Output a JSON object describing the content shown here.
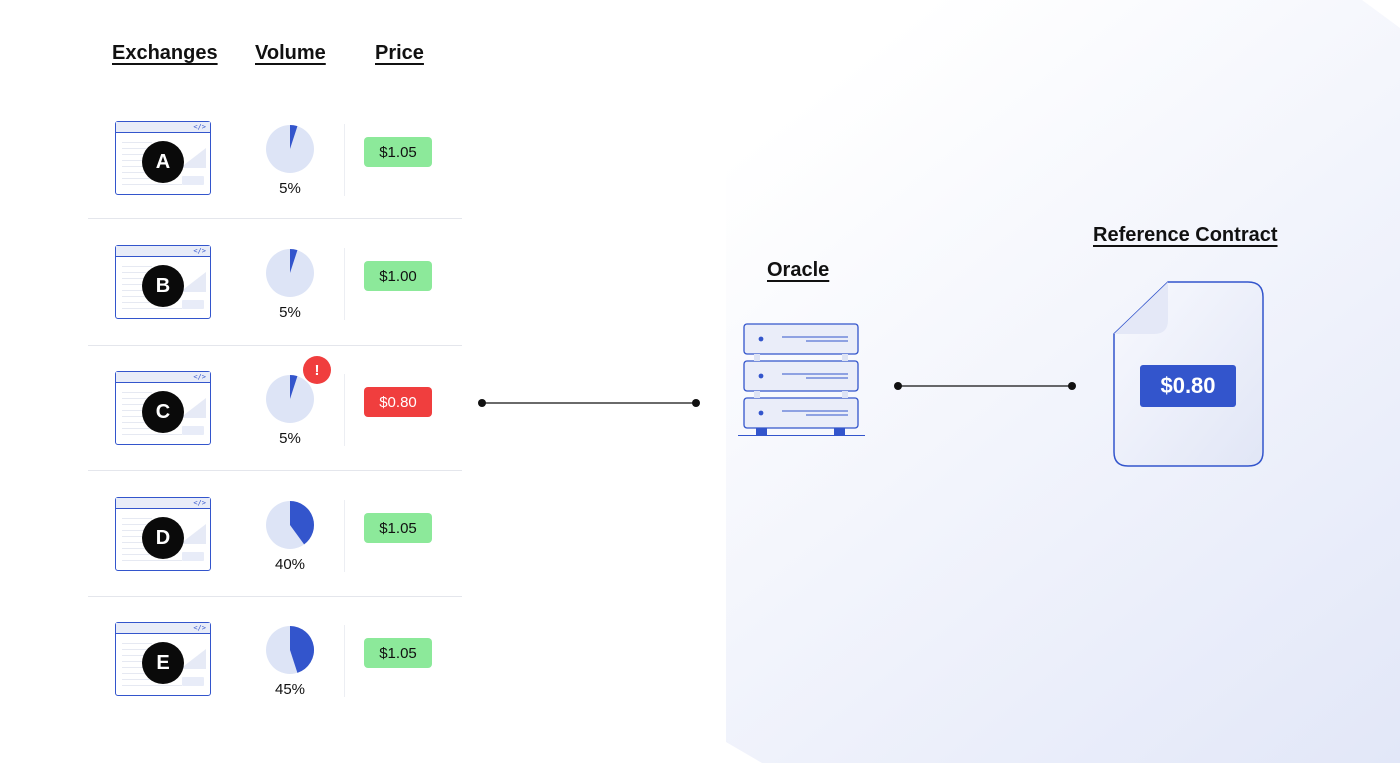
{
  "headers": {
    "exchanges": "Exchanges",
    "volume": "Volume",
    "price": "Price",
    "oracle": "Oracle",
    "reference_contract": "Reference Contract"
  },
  "exchanges": [
    {
      "letter": "A",
      "volume_label": "5%",
      "volume_fraction": 0.05,
      "price": "$1.05",
      "status": "ok"
    },
    {
      "letter": "B",
      "volume_label": "5%",
      "volume_fraction": 0.05,
      "price": "$1.00",
      "status": "ok"
    },
    {
      "letter": "C",
      "volume_label": "5%",
      "volume_fraction": 0.05,
      "price": "$0.80",
      "status": "bad",
      "alert": "!"
    },
    {
      "letter": "D",
      "volume_label": "40%",
      "volume_fraction": 0.4,
      "price": "$1.05",
      "status": "ok"
    },
    {
      "letter": "E",
      "volume_label": "45%",
      "volume_fraction": 0.45,
      "price": "$1.05",
      "status": "ok"
    }
  ],
  "icons": {
    "exchange": "browser-window-icon",
    "oracle": "server-stack-icon",
    "contract": "document-icon"
  },
  "reference_contract": {
    "price": "$0.80"
  },
  "colors": {
    "accent_blue": "#3355cc",
    "pie_background": "#dde4f6",
    "price_ok": "#8ce99a",
    "price_bad": "#f03e3e",
    "badge": "#0a0a0a",
    "panel_background": "#e6eafa"
  }
}
